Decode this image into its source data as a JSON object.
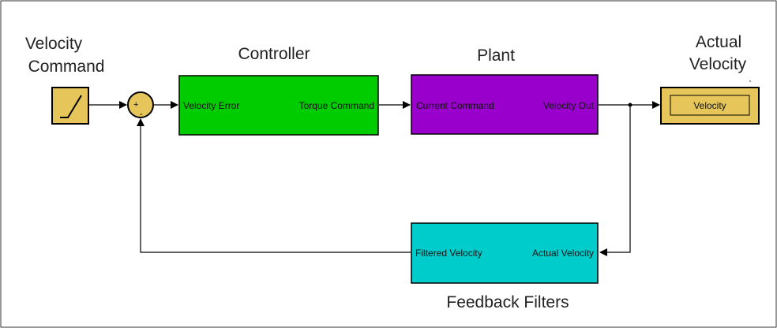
{
  "diagram": {
    "labels": {
      "velocity_command_line1": "Velocity",
      "velocity_command_line2": "Command",
      "controller_title": "Controller",
      "plant_title": "Plant",
      "actual_velocity_line1": "Actual",
      "actual_velocity_line2": "Velocity",
      "feedback_filters_title": "Feedback Filters"
    },
    "controller": {
      "input_port": "Velocity Error",
      "output_port": "Torque Command",
      "color": "#00CC00"
    },
    "plant": {
      "input_port": "Current Command",
      "output_port": "Velocity Out",
      "color": "#9900CC"
    },
    "feedback": {
      "output_port": "Filtered Velocity",
      "input_port": "Actual Velocity",
      "color": "#00CCCC"
    },
    "display": {
      "label": "Velocity",
      "color": "#E6C65A"
    },
    "source": {
      "color": "#E6C65A"
    },
    "sum": {
      "plus_sign": "+",
      "minus_sign": "-",
      "color": "#E6C65A"
    }
  }
}
